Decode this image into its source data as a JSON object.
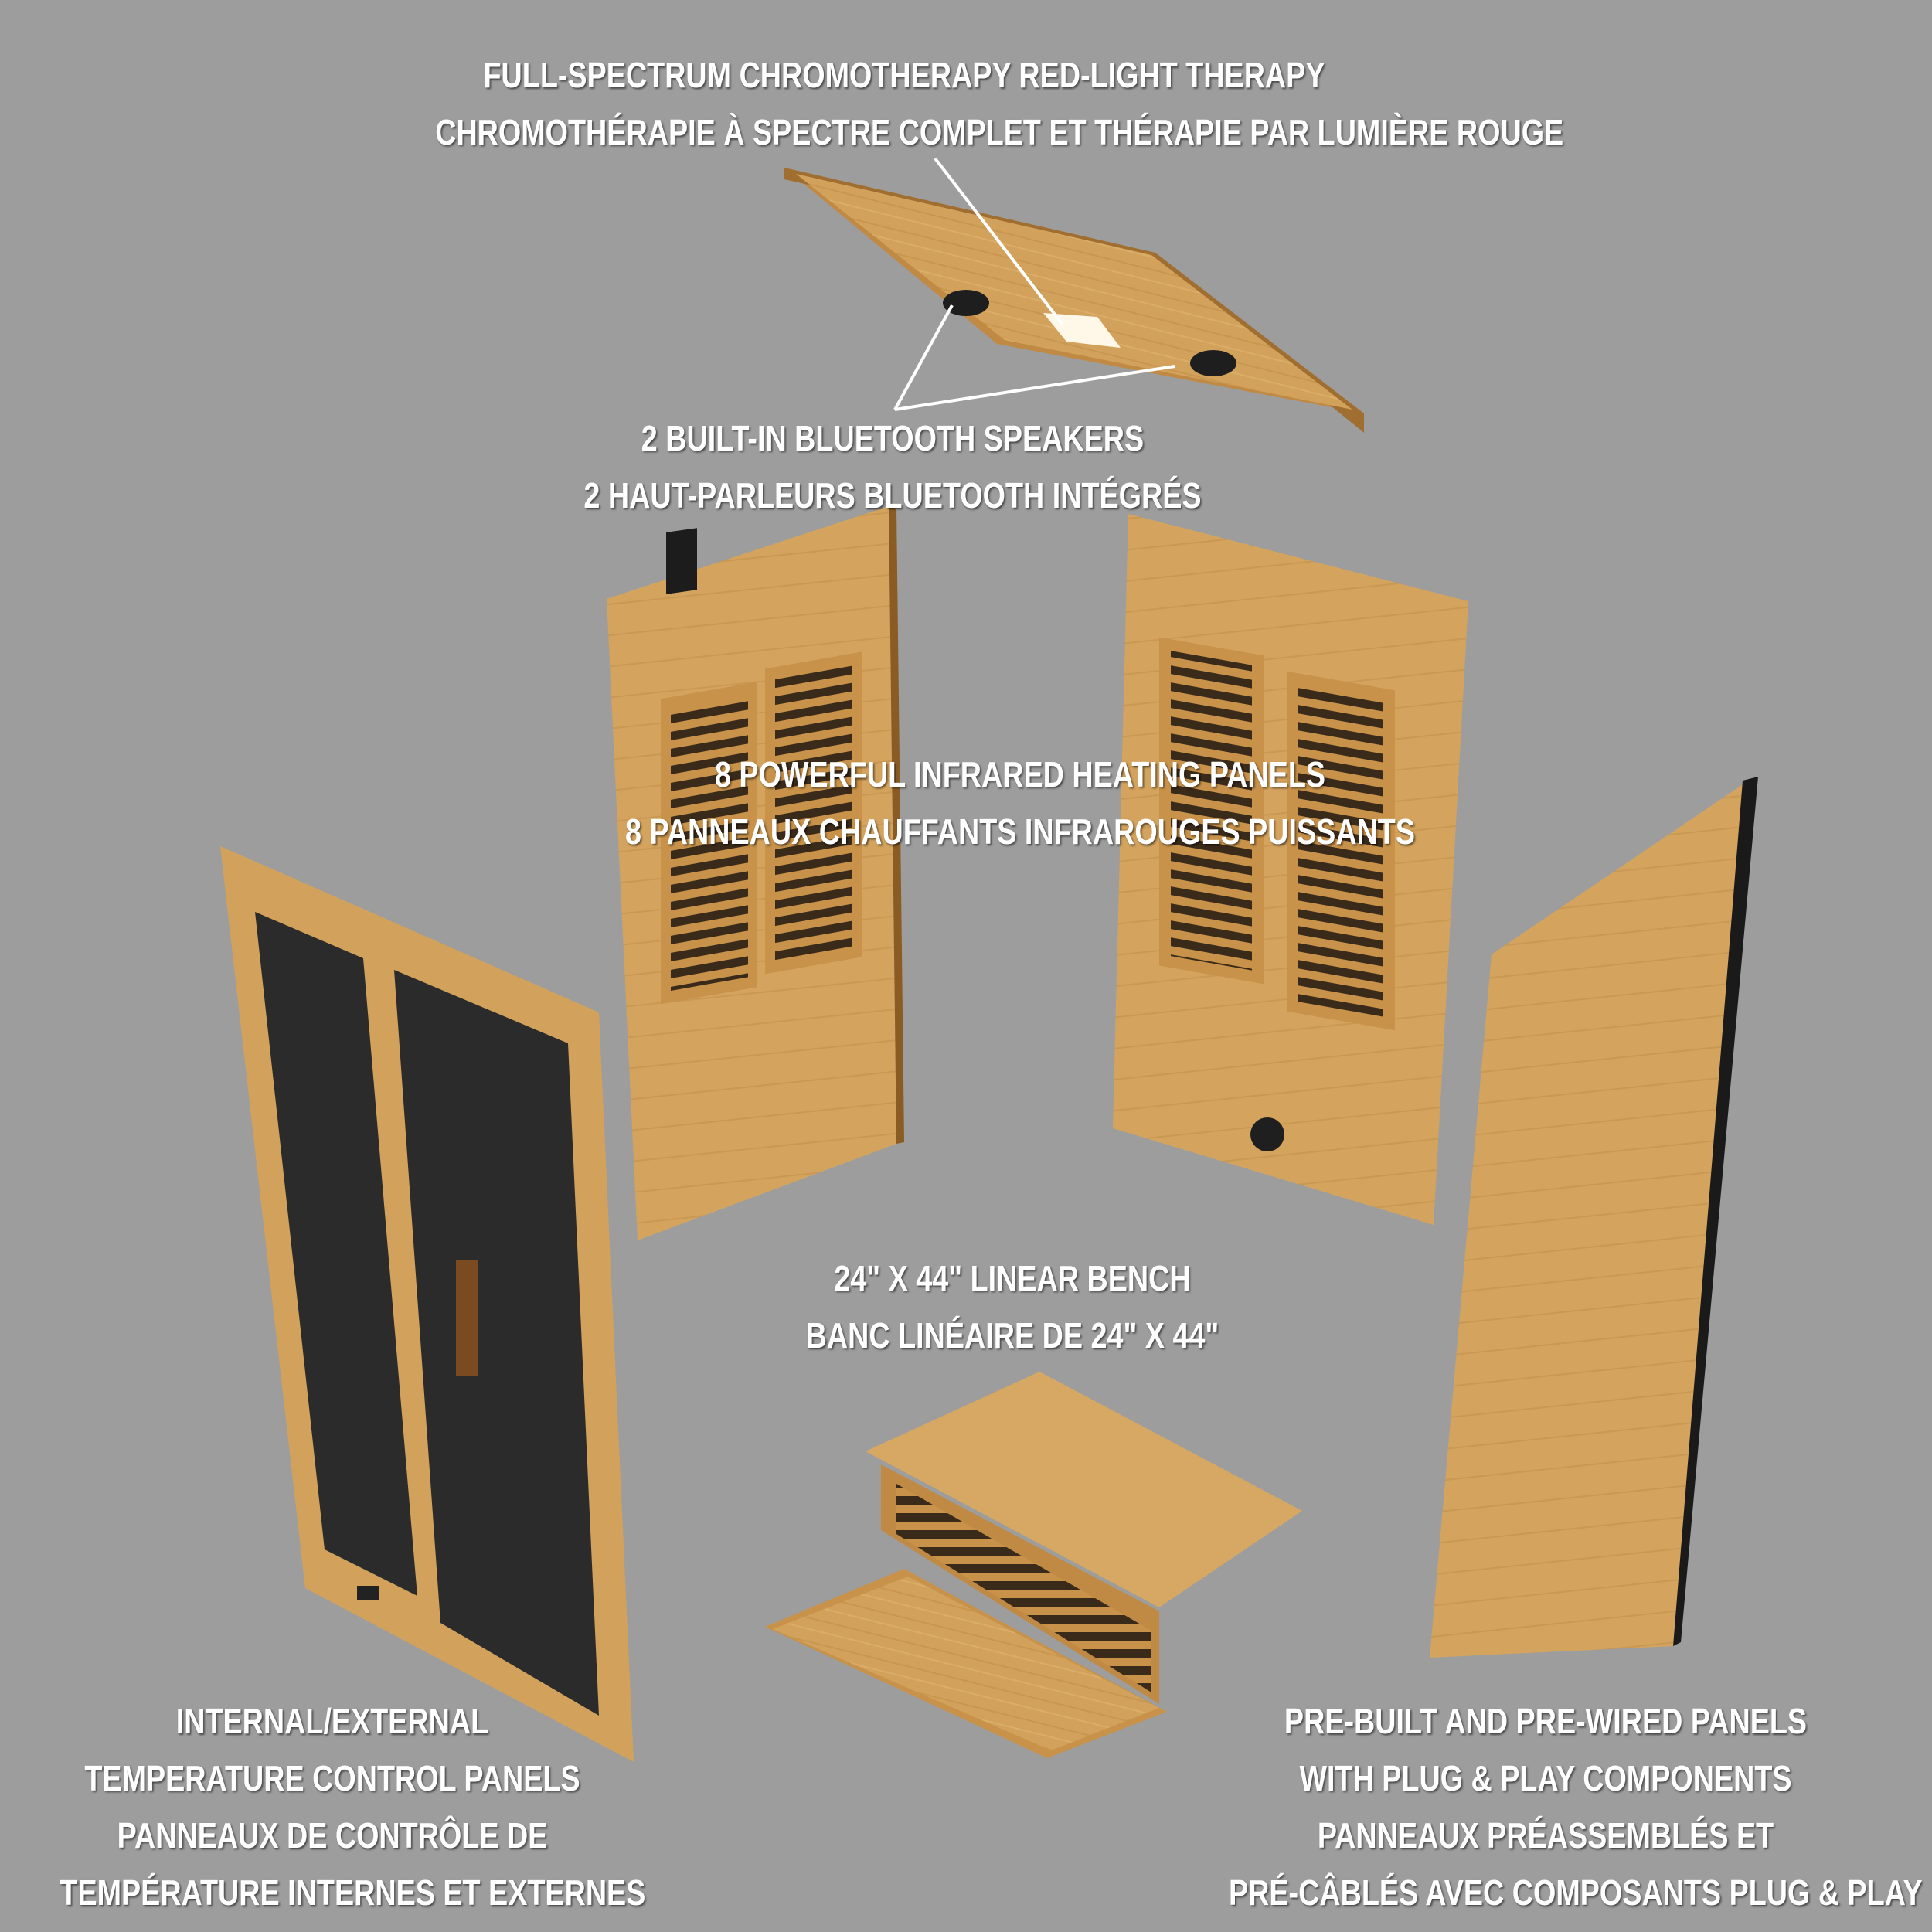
{
  "colors": {
    "background": "#9d9d9d",
    "wood_light": "#d9a962",
    "wood_mid": "#c8924a",
    "wood_dark": "#a06e30",
    "glass": "#2b2b2b",
    "label_text": "#ffffff"
  },
  "callouts": {
    "chromotherapy": {
      "line1": "FULL-SPECTRUM CHROMOTHERAPY RED-LIGHT THERAPY",
      "line2": "CHROMOTHÉRAPIE À SPECTRE COMPLET ET THÉRAPIE PAR LUMIÈRE ROUGE"
    },
    "speakers": {
      "line1": "2 BUILT-IN BLUETOOTH SPEAKERS",
      "line2": "2 HAUT-PARLEURS BLUETOOTH INTÉGRÉS"
    },
    "heating": {
      "line1": "8 POWERFUL INFRARED HEATING PANELS",
      "line2": "8 PANNEAUX CHAUFFANTS INFRAROUGES PUISSANTS"
    },
    "bench": {
      "line1": "24\" X 44\" LINEAR BENCH",
      "line2": "BANC LINÉAIRE DE 24\" X 44\""
    },
    "controls": {
      "line1": "INTERNAL/EXTERNAL",
      "line2": "TEMPERATURE CONTROL PANELS",
      "line3": "PANNEAUX DE CONTRÔLE DE",
      "line4": "TEMPÉRATURE INTERNES ET EXTERNES"
    },
    "prebuilt": {
      "line1": "PRE-BUILT AND PRE-WIRED PANELS",
      "line2": "WITH PLUG & PLAY COMPONENTS",
      "line3": "PANNEAUX PRÉASSEMBLÉS ET",
      "line4": "PRÉ-CÂBLÉS AVEC COMPOSANTS PLUG & PLAY"
    }
  }
}
